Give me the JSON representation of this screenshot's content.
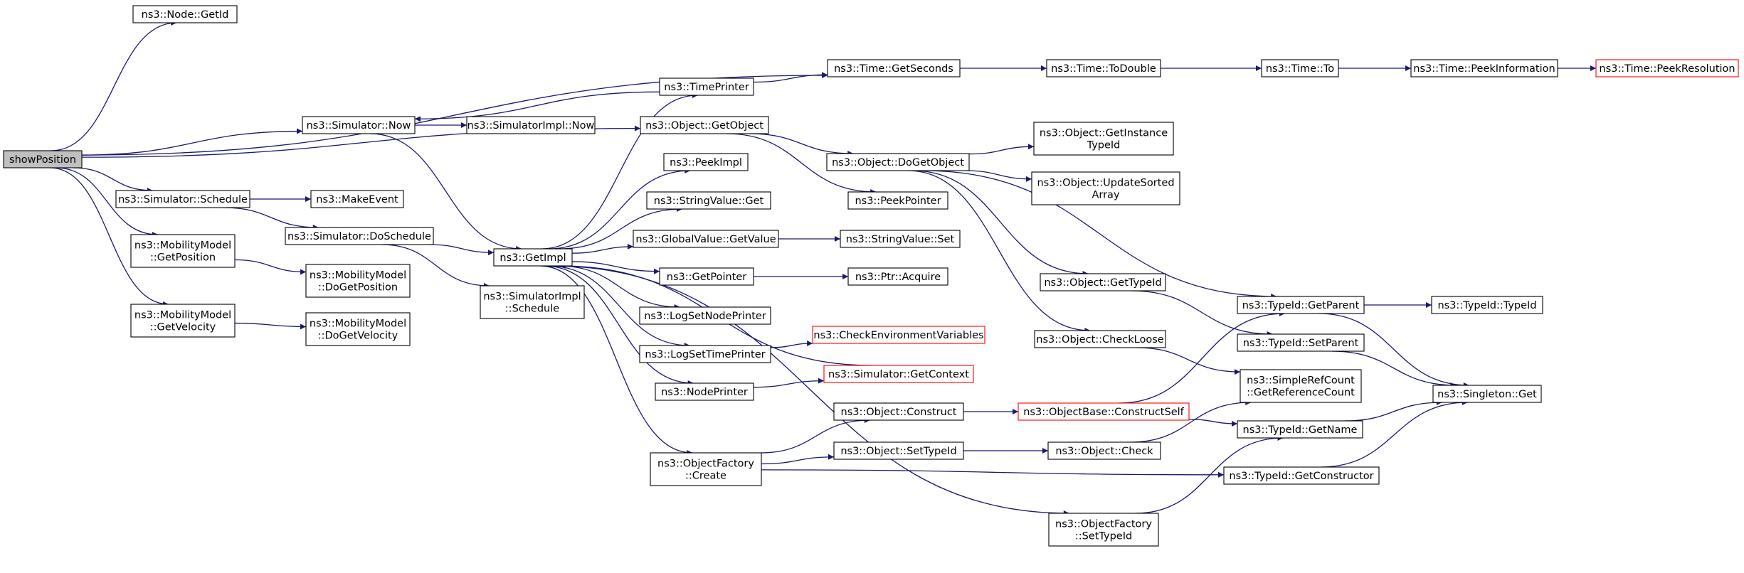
{
  "diagram": {
    "nodes": [
      {
        "id": "showPosition",
        "lines": [
          "showPosition"
        ],
        "style": "root"
      },
      {
        "id": "nodeGetId",
        "lines": [
          "ns3::Node::GetId"
        ]
      },
      {
        "id": "timeGetSeconds",
        "lines": [
          "ns3::Time::GetSeconds"
        ]
      },
      {
        "id": "timeToDouble",
        "lines": [
          "ns3::Time::ToDouble"
        ]
      },
      {
        "id": "timeTo",
        "lines": [
          "ns3::Time::To"
        ]
      },
      {
        "id": "timePeekInfo",
        "lines": [
          "ns3::Time::PeekInformation"
        ]
      },
      {
        "id": "timePeekRes",
        "lines": [
          "ns3::Time::PeekResolution"
        ],
        "style": "truncated"
      },
      {
        "id": "timePrinter",
        "lines": [
          "ns3::TimePrinter"
        ]
      },
      {
        "id": "simNow",
        "lines": [
          "ns3::Simulator::Now"
        ]
      },
      {
        "id": "simImplNow",
        "lines": [
          "ns3::SimulatorImpl::Now"
        ]
      },
      {
        "id": "objGetObject",
        "lines": [
          "ns3::Object::GetObject"
        ]
      },
      {
        "id": "objDoGetObject",
        "lines": [
          "ns3::Object::DoGetObject"
        ]
      },
      {
        "id": "objGetInstanceTypeId",
        "lines": [
          "ns3::Object::GetInstance",
          "TypeId"
        ]
      },
      {
        "id": "objUpdateSorted",
        "lines": [
          "ns3::Object::UpdateSorted",
          "Array"
        ]
      },
      {
        "id": "peekImpl",
        "lines": [
          "ns3::PeekImpl"
        ]
      },
      {
        "id": "peekPointer",
        "lines": [
          "ns3::PeekPointer"
        ]
      },
      {
        "id": "strValGet",
        "lines": [
          "ns3::StringValue::Get"
        ]
      },
      {
        "id": "simSchedule",
        "lines": [
          "ns3::Simulator::Schedule"
        ]
      },
      {
        "id": "makeEvent",
        "lines": [
          "ns3::MakeEvent"
        ]
      },
      {
        "id": "simDoSchedule",
        "lines": [
          "ns3::Simulator::DoSchedule"
        ]
      },
      {
        "id": "globalGetValue",
        "lines": [
          "ns3::GlobalValue::GetValue"
        ]
      },
      {
        "id": "strValSet",
        "lines": [
          "ns3::StringValue::Set"
        ]
      },
      {
        "id": "mobGetPosition",
        "lines": [
          "ns3::MobilityModel",
          "::GetPosition"
        ]
      },
      {
        "id": "getImpl",
        "lines": [
          "ns3::GetImpl"
        ]
      },
      {
        "id": "getPointer",
        "lines": [
          "ns3::GetPointer"
        ]
      },
      {
        "id": "ptrAcquire",
        "lines": [
          "ns3::Ptr::Acquire"
        ]
      },
      {
        "id": "mobDoGetPosition",
        "lines": [
          "ns3::MobilityModel",
          "::DoGetPosition"
        ]
      },
      {
        "id": "simImplSchedule",
        "lines": [
          "ns3::SimulatorImpl",
          "::Schedule"
        ]
      },
      {
        "id": "objGetTypeId",
        "lines": [
          "ns3::Object::GetTypeId"
        ]
      },
      {
        "id": "typeIdGetParent",
        "lines": [
          "ns3::TypeId::GetParent"
        ]
      },
      {
        "id": "typeIdTypeId",
        "lines": [
          "ns3::TypeId::TypeId"
        ]
      },
      {
        "id": "mobGetVelocity",
        "lines": [
          "ns3::MobilityModel",
          "::GetVelocity"
        ]
      },
      {
        "id": "mobDoGetVelocity",
        "lines": [
          "ns3::MobilityModel",
          "::DoGetVelocity"
        ]
      },
      {
        "id": "logSetNodePrinter",
        "lines": [
          "ns3::LogSetNodePrinter"
        ]
      },
      {
        "id": "checkEnvVars",
        "lines": [
          "ns3::CheckEnvironmentVariables"
        ],
        "style": "truncated"
      },
      {
        "id": "objCheckLoose",
        "lines": [
          "ns3::Object::CheckLoose"
        ]
      },
      {
        "id": "typeIdSetParent",
        "lines": [
          "ns3::TypeId::SetParent"
        ]
      },
      {
        "id": "logSetTimePrinter",
        "lines": [
          "ns3::LogSetTimePrinter"
        ]
      },
      {
        "id": "simGetContext",
        "lines": [
          "ns3::Simulator::GetContext"
        ],
        "style": "truncated"
      },
      {
        "id": "simpleRefCount",
        "lines": [
          "ns3::SimpleRefCount",
          "::GetReferenceCount"
        ]
      },
      {
        "id": "singletonGet",
        "lines": [
          "ns3::Singleton::Get"
        ]
      },
      {
        "id": "nodePrinter",
        "lines": [
          "ns3::NodePrinter"
        ]
      },
      {
        "id": "objConstruct",
        "lines": [
          "ns3::Object::Construct"
        ]
      },
      {
        "id": "objBaseConstructSelf",
        "lines": [
          "ns3::ObjectBase::ConstructSelf"
        ],
        "style": "truncated"
      },
      {
        "id": "typeIdGetName",
        "lines": [
          "ns3::TypeId::GetName"
        ]
      },
      {
        "id": "objSetTypeId",
        "lines": [
          "ns3::Object::SetTypeId"
        ]
      },
      {
        "id": "objCheck",
        "lines": [
          "ns3::Object::Check"
        ]
      },
      {
        "id": "objFactoryCreate",
        "lines": [
          "ns3::ObjectFactory",
          "::Create"
        ]
      },
      {
        "id": "typeIdGetConstructor",
        "lines": [
          "ns3::TypeId::GetConstructor"
        ]
      },
      {
        "id": "objFactorySetTypeId",
        "lines": [
          "ns3::ObjectFactory",
          "::SetTypeId"
        ]
      }
    ],
    "edges": [
      [
        "showPosition",
        "nodeGetId"
      ],
      [
        "showPosition",
        "timeGetSeconds"
      ],
      [
        "showPosition",
        "simNow"
      ],
      [
        "showPosition",
        "objGetObject"
      ],
      [
        "showPosition",
        "simSchedule"
      ],
      [
        "showPosition",
        "mobGetPosition"
      ],
      [
        "showPosition",
        "mobGetVelocity"
      ],
      [
        "timeGetSeconds",
        "timeToDouble"
      ],
      [
        "timeToDouble",
        "timeTo"
      ],
      [
        "timeTo",
        "timePeekInfo"
      ],
      [
        "timePeekInfo",
        "timePeekRes"
      ],
      [
        "timePrinter",
        "timeGetSeconds"
      ],
      [
        "timePrinter",
        "simNow"
      ],
      [
        "simNow",
        "simImplNow"
      ],
      [
        "simNow",
        "getImpl"
      ],
      [
        "objGetObject",
        "objDoGetObject"
      ],
      [
        "objGetObject",
        "peekPointer"
      ],
      [
        "objDoGetObject",
        "objGetInstanceTypeId"
      ],
      [
        "objDoGetObject",
        "objUpdateSorted"
      ],
      [
        "objDoGetObject",
        "objGetTypeId"
      ],
      [
        "objDoGetObject",
        "typeIdGetParent"
      ],
      [
        "objDoGetObject",
        "objCheckLoose"
      ],
      [
        "simSchedule",
        "makeEvent"
      ],
      [
        "simSchedule",
        "simDoSchedule"
      ],
      [
        "simDoSchedule",
        "getImpl"
      ],
      [
        "simDoSchedule",
        "simImplSchedule"
      ],
      [
        "mobGetPosition",
        "mobDoGetPosition"
      ],
      [
        "mobGetVelocity",
        "mobDoGetVelocity"
      ],
      [
        "getImpl",
        "timePrinter"
      ],
      [
        "getImpl",
        "peekImpl"
      ],
      [
        "getImpl",
        "strValGet"
      ],
      [
        "getImpl",
        "globalGetValue"
      ],
      [
        "getImpl",
        "getPointer"
      ],
      [
        "getImpl",
        "logSetNodePrinter"
      ],
      [
        "getImpl",
        "logSetTimePrinter"
      ],
      [
        "getImpl",
        "nodePrinter"
      ],
      [
        "getImpl",
        "objFactoryCreate"
      ],
      [
        "getImpl",
        "objFactorySetTypeId"
      ],
      [
        "globalGetValue",
        "strValSet"
      ],
      [
        "getPointer",
        "ptrAcquire"
      ],
      [
        "logSetTimePrinter",
        "checkEnvVars"
      ],
      [
        "nodePrinter",
        "simGetContext"
      ],
      [
        "simGetContext",
        "getImpl"
      ],
      [
        "objGetTypeId",
        "typeIdSetParent"
      ],
      [
        "typeIdGetParent",
        "typeIdTypeId"
      ],
      [
        "typeIdGetParent",
        "singletonGet"
      ],
      [
        "typeIdSetParent",
        "singletonGet"
      ],
      [
        "objCheckLoose",
        "simpleRefCount"
      ],
      [
        "objFactoryCreate",
        "objConstruct"
      ],
      [
        "objFactoryCreate",
        "objSetTypeId"
      ],
      [
        "objFactoryCreate",
        "typeIdGetConstructor"
      ],
      [
        "objConstruct",
        "objBaseConstructSelf"
      ],
      [
        "objBaseConstructSelf",
        "typeIdGetParent"
      ],
      [
        "objBaseConstructSelf",
        "typeIdGetName"
      ],
      [
        "objSetTypeId",
        "objCheck"
      ],
      [
        "objCheck",
        "simpleRefCount"
      ],
      [
        "typeIdGetName",
        "singletonGet"
      ],
      [
        "typeIdGetConstructor",
        "singletonGet"
      ],
      [
        "objFactorySetTypeId",
        "typeIdGetName"
      ]
    ]
  }
}
